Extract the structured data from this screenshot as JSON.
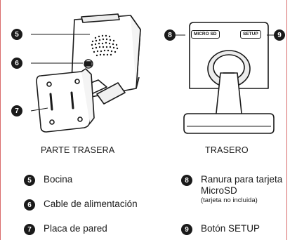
{
  "figures": {
    "back": {
      "caption": "PARTE TRASERA",
      "callouts": [
        "5",
        "6",
        "7"
      ]
    },
    "rear": {
      "caption": "TRASERO",
      "callouts": [
        "8",
        "9"
      ],
      "label_micro_sd": "MICRO SD",
      "label_setup": "SETUP"
    }
  },
  "legend": [
    {
      "num": "5",
      "text": "Bocina",
      "sub": ""
    },
    {
      "num": "6",
      "text": "Cable de alimentación",
      "sub": ""
    },
    {
      "num": "7",
      "text": "Placa de pared",
      "sub": ""
    },
    {
      "num": "8",
      "text": "Ranura para tarjeta MicroSD",
      "sub": "(tarjeta no incluida)"
    },
    {
      "num": "9",
      "text": "Botón SETUP",
      "sub": ""
    }
  ],
  "colors": {
    "accent_border": "#d96a6a",
    "ink": "#1a1a1a"
  }
}
